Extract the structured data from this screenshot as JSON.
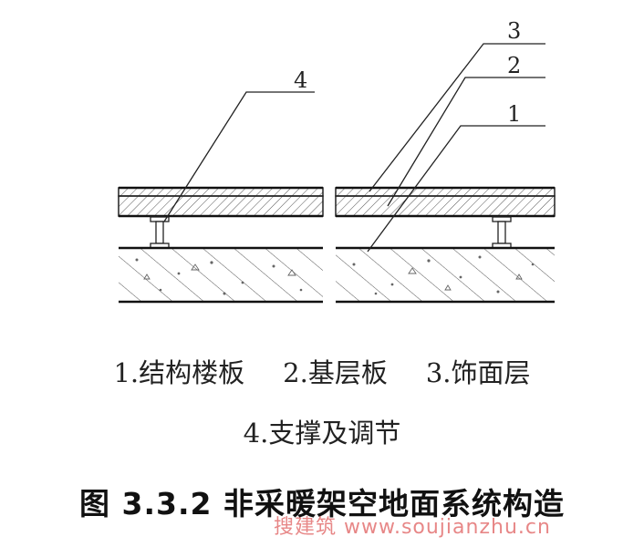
{
  "callouts": {
    "left_4": "4",
    "right_3": "3",
    "right_2": "2",
    "right_1": "1"
  },
  "legend": {
    "item1": "1.结构楼板",
    "item2": "2.基层板",
    "item3": "3.饰面层",
    "item4": "4.支撑及调节"
  },
  "caption": "图 3.3.2 非采暖架空地面系统构造",
  "watermark": "搜建筑 www.soujianzhu.cn"
}
